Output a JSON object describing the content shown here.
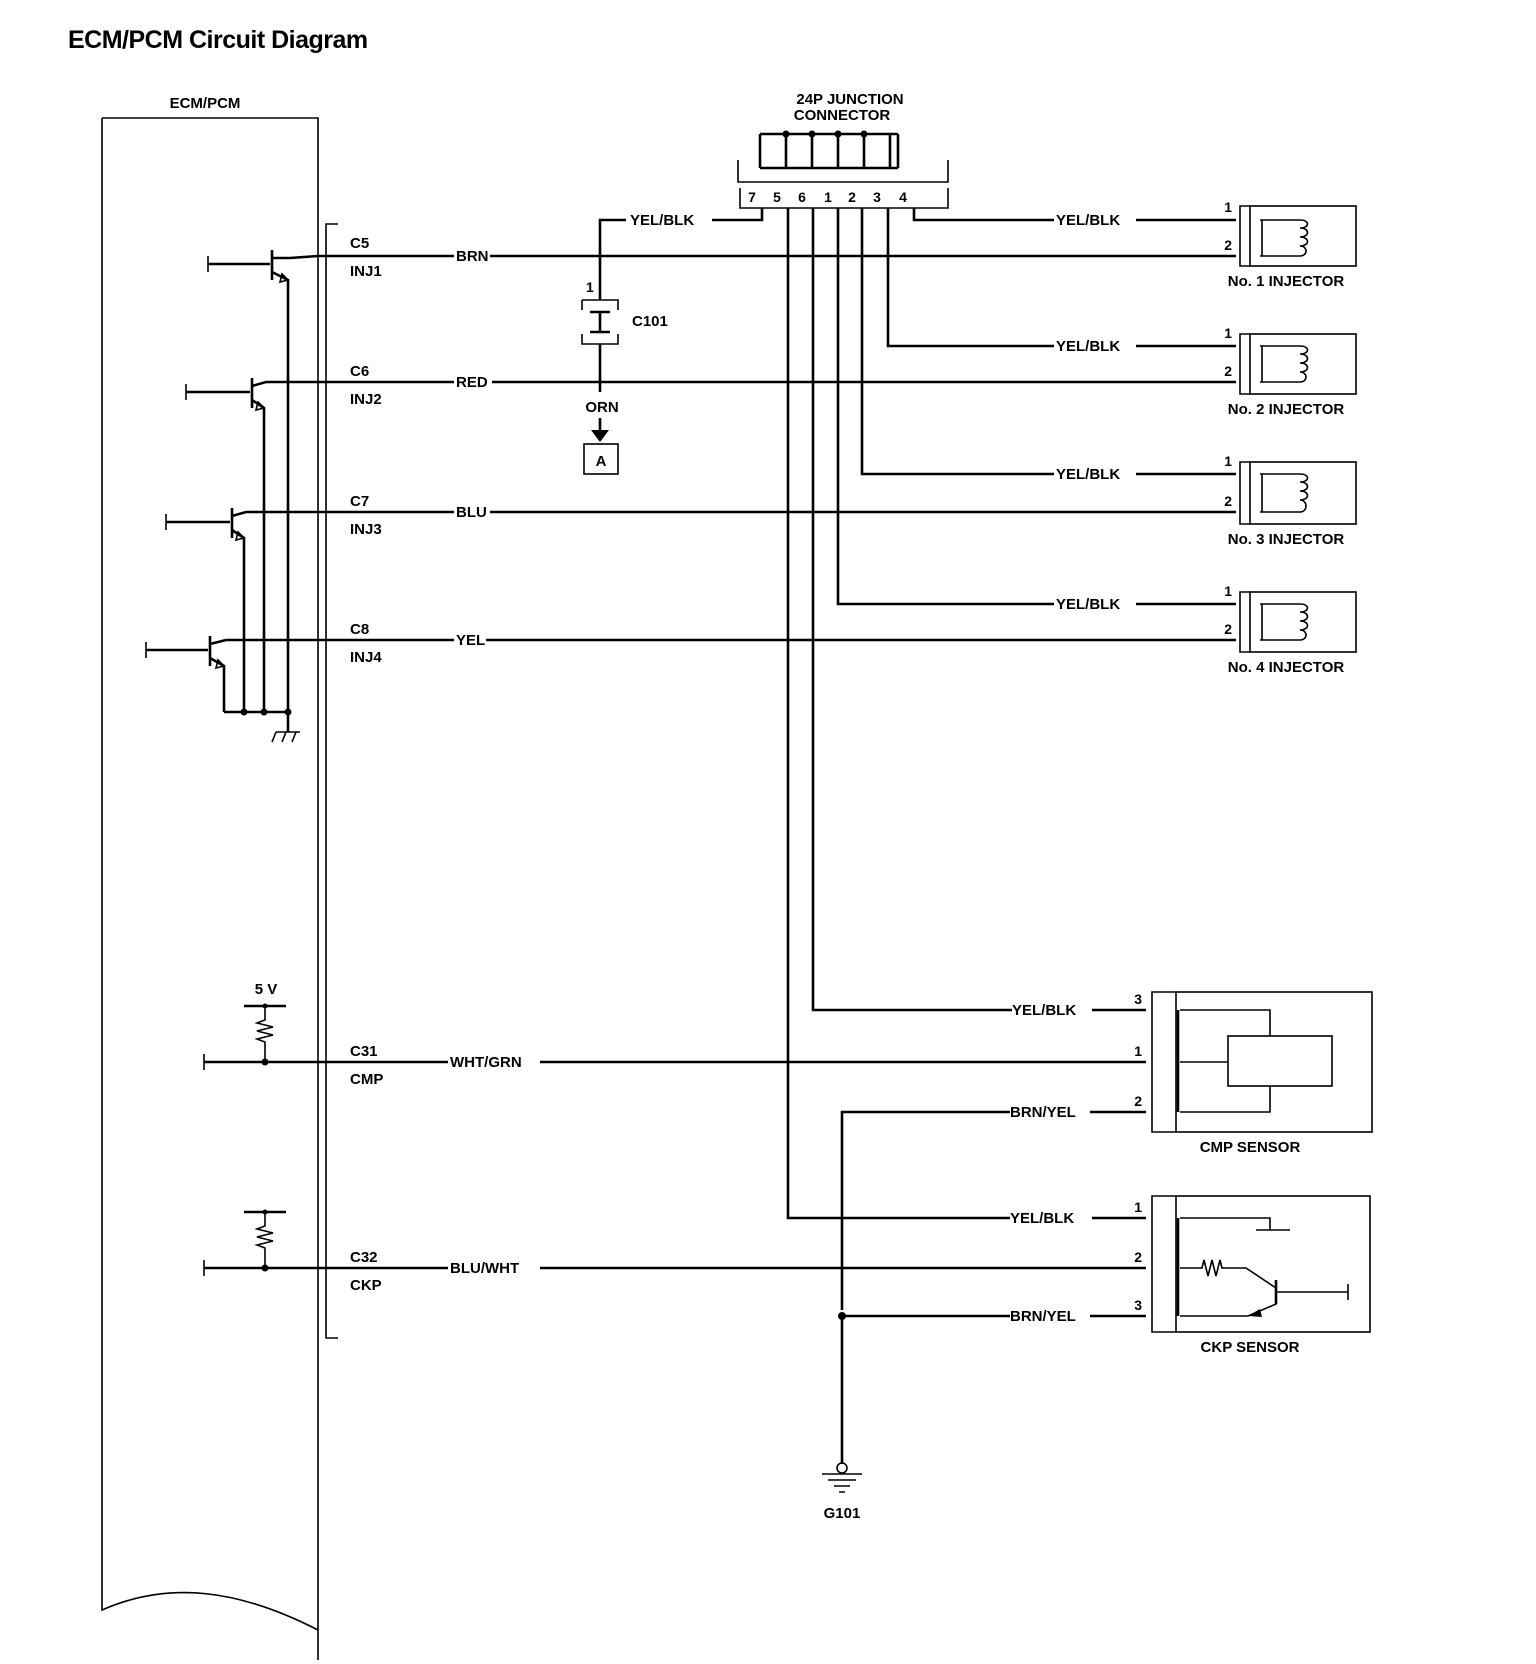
{
  "title": "ECM/PCM Circuit Diagram",
  "ecm": {
    "label": "ECM/PCM",
    "ground_symbol": "ground-icon",
    "supply_5v": "5 V"
  },
  "junction": {
    "label_line1": "24P JUNCTION",
    "label_line2": "CONNECTOR",
    "pins": [
      "7",
      "5",
      "6",
      "1",
      "2",
      "3",
      "4"
    ]
  },
  "c101": {
    "label": "C101",
    "pin": "1",
    "wire": "ORN",
    "ref": "A"
  },
  "ecm_terminals": [
    {
      "pin": "C5",
      "signal": "INJ1",
      "wire": "BRN"
    },
    {
      "pin": "C6",
      "signal": "INJ2",
      "wire": "RED"
    },
    {
      "pin": "C7",
      "signal": "INJ3",
      "wire": "BLU"
    },
    {
      "pin": "C8",
      "signal": "INJ4",
      "wire": "YEL"
    },
    {
      "pin": "C31",
      "signal": "CMP",
      "wire": "WHT/GRN"
    },
    {
      "pin": "C32",
      "signal": "CKP",
      "wire": "BLU/WHT"
    }
  ],
  "injectors": [
    {
      "label": "No. 1 INJECTOR",
      "feed": "YEL/BLK",
      "pin1": "1",
      "pin2": "2"
    },
    {
      "label": "No. 2 INJECTOR",
      "feed": "YEL/BLK",
      "pin1": "1",
      "pin2": "2"
    },
    {
      "label": "No. 3 INJECTOR",
      "feed": "YEL/BLK",
      "pin1": "1",
      "pin2": "2"
    },
    {
      "label": "No. 4 INJECTOR",
      "feed": "YEL/BLK",
      "pin1": "1",
      "pin2": "2"
    }
  ],
  "junction_to_c101_wire": "YEL/BLK",
  "cmp_sensor": {
    "label": "CMP SENSOR",
    "pins": [
      "3",
      "1",
      "2"
    ],
    "wires": [
      "YEL/BLK",
      "WHT/GRN",
      "BRN/YEL"
    ]
  },
  "ckp_sensor": {
    "label": "CKP SENSOR",
    "pins": [
      "1",
      "2",
      "3"
    ],
    "wires": [
      "YEL/BLK",
      "BLU/WHT",
      "BRN/YEL"
    ]
  },
  "ground": {
    "label": "G101"
  }
}
